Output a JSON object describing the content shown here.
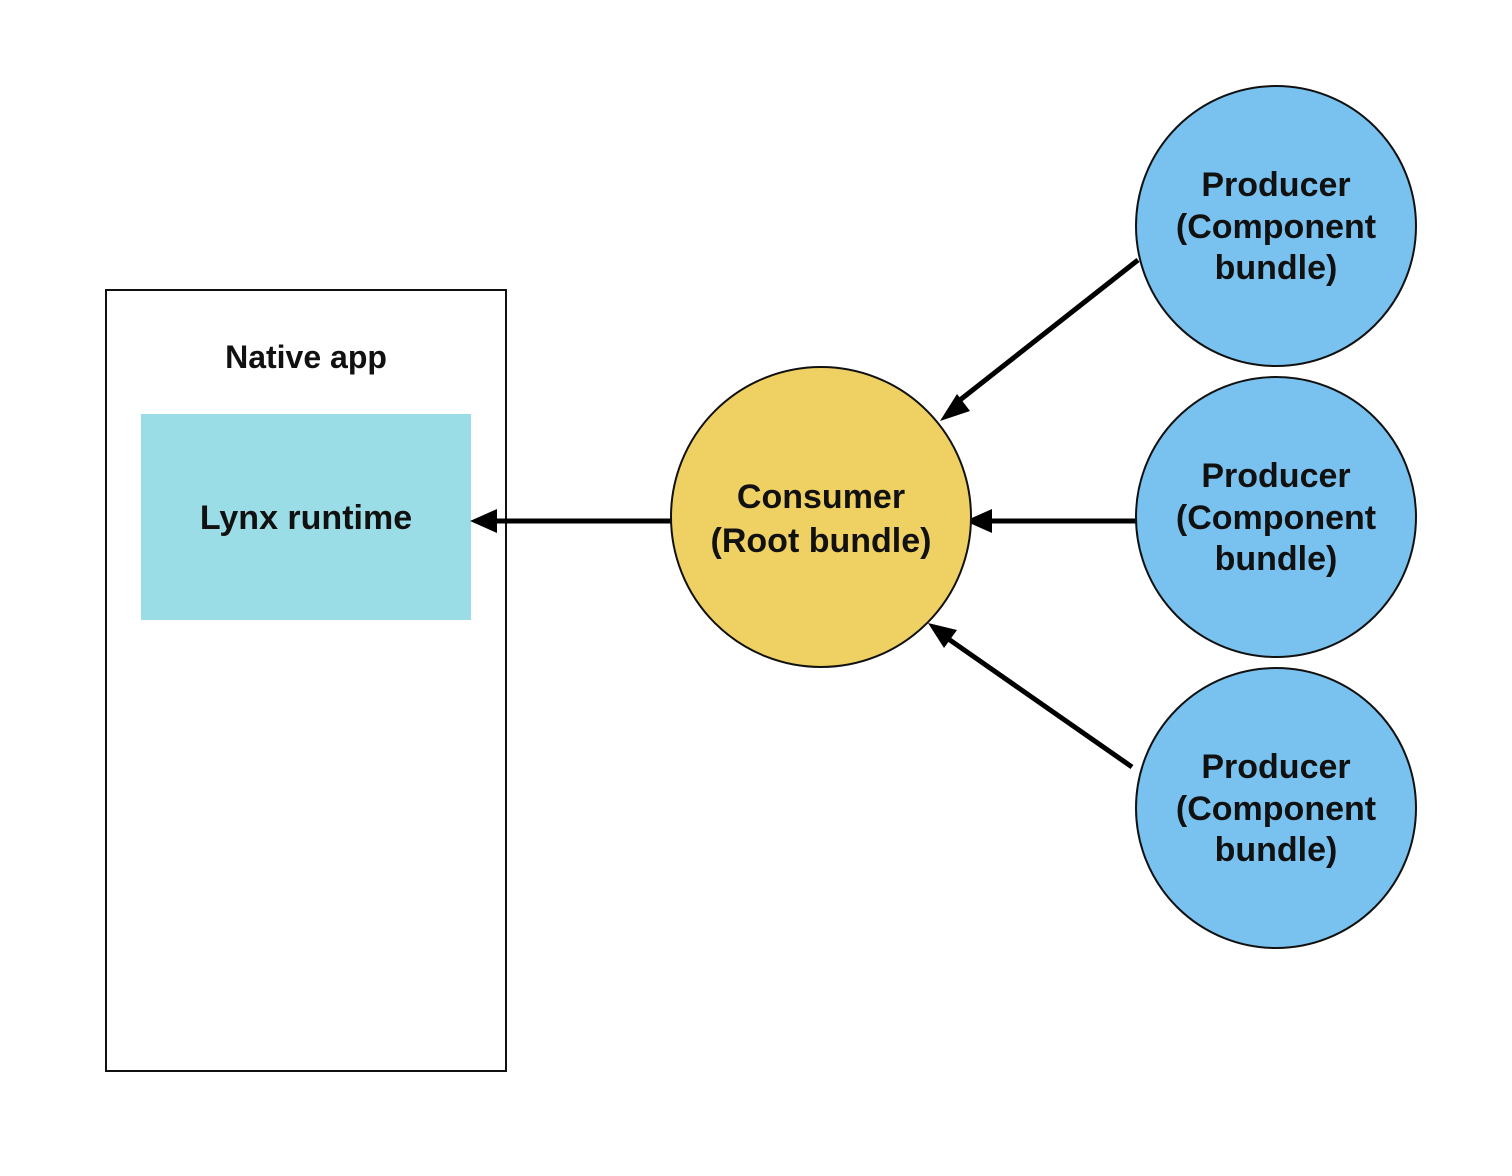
{
  "colors": {
    "background": "#ffffff",
    "native_app_fill": "#ffffff",
    "native_app_border": "#111111",
    "lynx_runtime_fill": "#9bdde6",
    "consumer_fill": "#efd163",
    "producer_fill": "#79c2f0",
    "arrow": "#000000",
    "text": "#111111"
  },
  "native_app": {
    "title": "Native app",
    "runtime_label": "Lynx runtime"
  },
  "consumer": {
    "line1": "Consumer",
    "line2": "(Root bundle)"
  },
  "producers": [
    {
      "line1": "Producer",
      "line2": "(Component",
      "line3": "bundle)"
    },
    {
      "line1": "Producer",
      "line2": "(Component",
      "line3": "bundle)"
    },
    {
      "line1": "Producer",
      "line2": "(Component",
      "line3": "bundle)"
    }
  ],
  "edges": [
    {
      "from": "producer-1",
      "to": "consumer"
    },
    {
      "from": "producer-2",
      "to": "consumer"
    },
    {
      "from": "producer-3",
      "to": "consumer"
    },
    {
      "from": "consumer",
      "to": "lynx-runtime"
    }
  ]
}
